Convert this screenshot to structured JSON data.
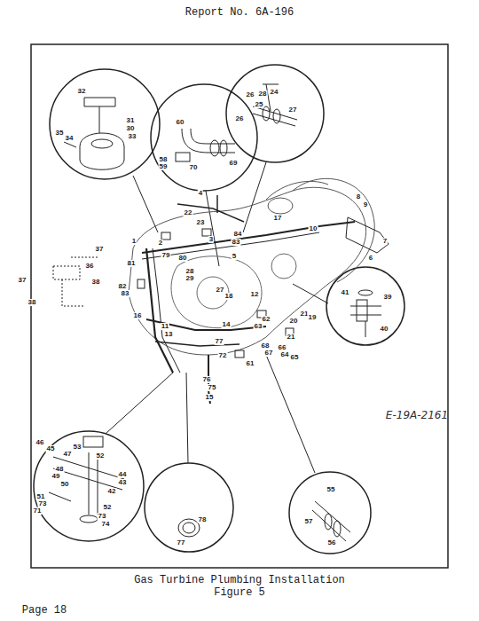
{
  "diagram": {
    "title": "Report No. 6A-196",
    "caption": "Gas Turbine Plumbing Installation",
    "labels": [
      "Figure 5",
      "Page 18",
      "E-19A-2161",
      "32",
      "31",
      "30",
      "33",
      "35",
      "34",
      "60",
      "58",
      "59",
      "70",
      "69",
      "26",
      "28",
      "24",
      "25",
      "27",
      "26",
      "9",
      "8",
      "7",
      "6",
      "41",
      "39",
      "40",
      "37",
      "36",
      "37",
      "38",
      "38",
      "46",
      "45",
      "47",
      "53",
      "52",
      "44",
      "43",
      "48",
      "49",
      "50",
      "51",
      "73",
      "71",
      "42",
      "52",
      "73",
      "74",
      "77",
      "78",
      "55",
      "57",
      "56",
      "4",
      "22",
      "23",
      "1",
      "2",
      "3",
      "84",
      "83",
      "17",
      "10",
      "79",
      "80",
      "81",
      "28",
      "29",
      "5",
      "82",
      "83",
      "27",
      "18",
      "12",
      "16",
      "11",
      "13",
      "62",
      "63",
      "20",
      "21",
      "19",
      "21",
      "14",
      "77",
      "68",
      "67",
      "66",
      "64",
      "65",
      "61",
      "72",
      "76",
      "75",
      "15"
    ]
  }
}
